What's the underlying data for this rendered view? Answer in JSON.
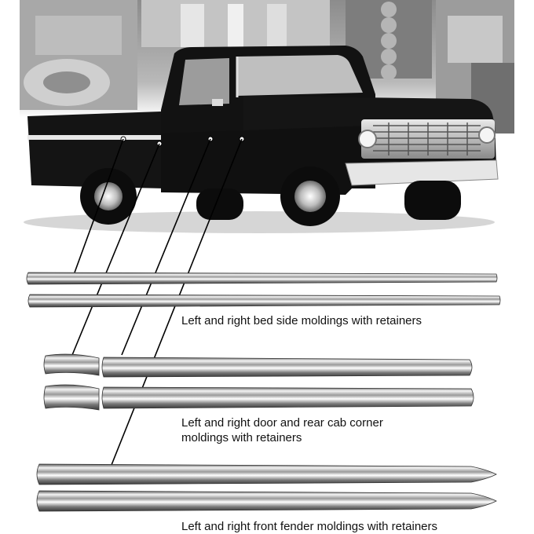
{
  "captions": {
    "bed": "Left and right bed side moldings with retainers",
    "door_line1": "Left and right door and rear cab corner",
    "door_line2": "moldings with retainers",
    "fender": "Left and right front fender moldings with retainers"
  },
  "colors": {
    "truck_body": "#111111",
    "chrome_light": "#f2f2f2",
    "chrome_dark": "#6e6e6e",
    "background_factory": "#9a9a9a",
    "leader_lines": "#000000"
  }
}
